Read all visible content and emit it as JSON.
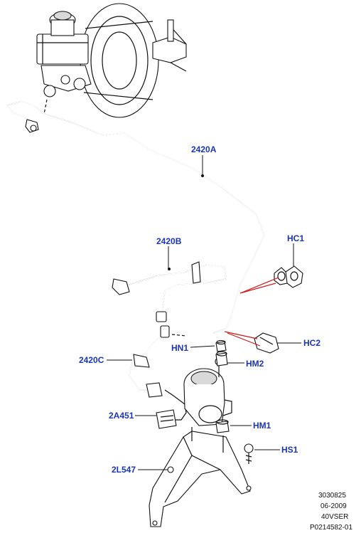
{
  "callouts": {
    "c2420A": "2420A",
    "c2420B": "2420B",
    "c2420C": "2420C",
    "hc1": "HC1",
    "hc2": "HC2",
    "hn1": "HN1",
    "hm2": "HM2",
    "a451": "2A451",
    "hm1": "HM1",
    "hs1": "HS1",
    "l547": "2L547"
  },
  "footer": {
    "line1": "3030825",
    "line2": "06-2009",
    "line3": "40VSER",
    "line4": "P0214582-01"
  },
  "colors": {
    "callout_text": "#1a35b8",
    "highlight_lines": "#d01818",
    "line_art": "#111111"
  }
}
